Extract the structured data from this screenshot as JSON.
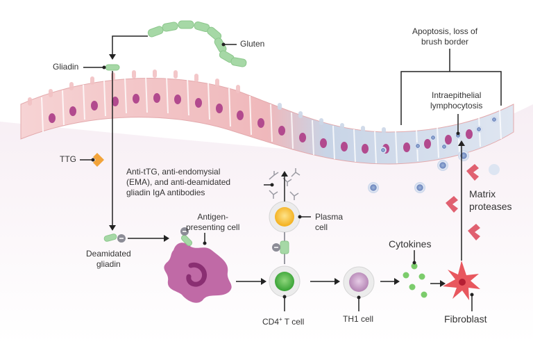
{
  "labels": {
    "gluten": "Gluten",
    "gliadin": "Gliadin",
    "ttg": "TTG",
    "antibodies_1": "Anti-tTG, anti-endomysial",
    "antibodies_2": "(EMA), and anti-deamidated",
    "antibodies_3": "gliadin IgA antibodies",
    "plasma_1": "Plasma",
    "plasma_2": "cell",
    "apc_1": "Antigen-",
    "apc_2": "presenting cell",
    "deamidated_1": "Deamidated",
    "deamidated_2": "gliadin",
    "cd4": "CD4",
    "cd4_sup": "+",
    "cd4_rest": " T cell",
    "th1": "TH1 cell",
    "cytokines": "Cytokines",
    "fibroblast": "Fibroblast",
    "matrix_1": "Matrix",
    "matrix_2": "proteases",
    "apoptosis_1": "Apoptosis, loss of",
    "apoptosis_2": "brush border",
    "iel_1": "Intraepithelial",
    "iel_2": "lymphocytosis",
    "minus_sign": "−"
  },
  "colors": {
    "line": "#222222",
    "gluten": "#a6d8a6",
    "epithelium_pink": "#f2c2c4",
    "epithelium_blue": "#cdd8e8",
    "nucleus": "#b24a8e",
    "ttg": "#f2a43a",
    "apc": "#c06aa6",
    "plasma_core": "#f7c03a",
    "cd4_core": "#56b94a",
    "th1_core": "#c79bc7",
    "cytokine": "#7ccc6c",
    "fibroblast": "#e8575e",
    "protease": "#e06070",
    "lymphocyte": "#5a78b4"
  }
}
